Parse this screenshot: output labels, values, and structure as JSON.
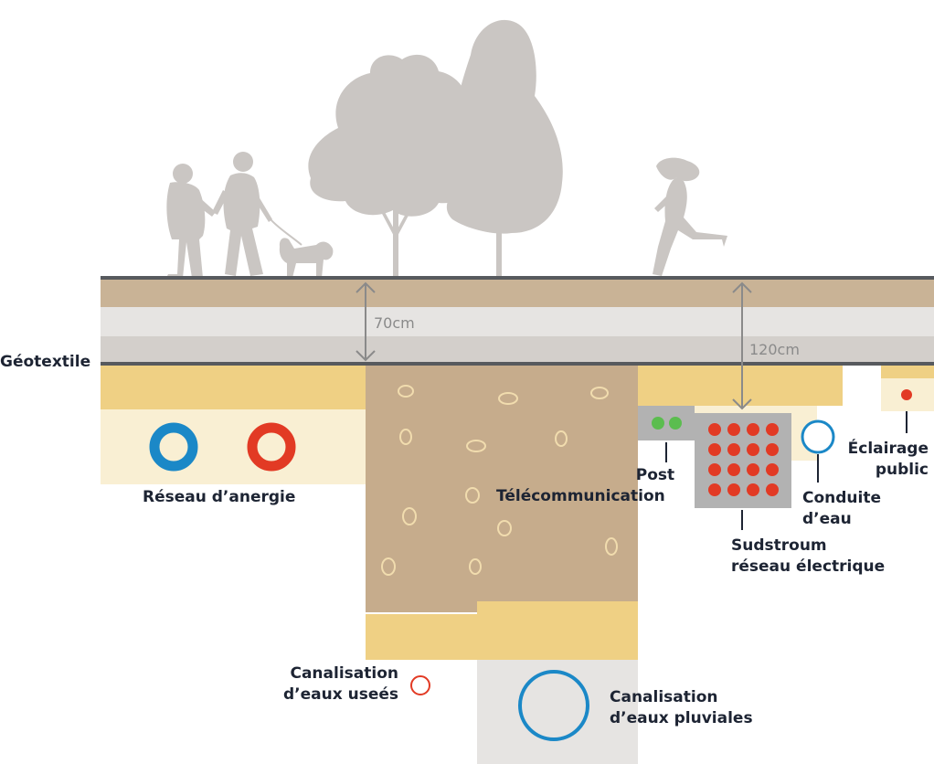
{
  "labels": {
    "geotextile": "Géotextile",
    "depth_1": "70cm",
    "depth_2": "120cm",
    "reseau_energie": "Réseau d’anergie",
    "post_telecom_line1": "Post",
    "post_telecom_line2": "Télécommunication",
    "conduite_line1": "Conduite",
    "conduite_line2": "d’eau",
    "eclairage_line1": "Éclairage",
    "eclairage_line2": "public",
    "sudstroum_line1": "Sudstroum",
    "sudstroum_line2": "réseau électrique",
    "usees_line1": "Canalisation",
    "usees_line2": "d’eaux useés",
    "pluviales_line1": "Canalisation",
    "pluviales_line2": "d’eaux pluviales"
  },
  "colors": {
    "silhouette": "#cac6c3",
    "road_top": "#c9b396",
    "road_mid": "#e6e4e2",
    "road_low": "#d3cfcb",
    "surface_line": "#575a5e",
    "sand_dark": "#efd084",
    "sand_light": "#f9efd3",
    "soil": "#c6ac8c",
    "duct_box": "#b2b2b2",
    "energy_blue": "#1b88c7",
    "energy_red": "#e23a24",
    "telecom_green": "#5bbd4f",
    "electric_red": "#e23a24",
    "water_blue": "#1b88c7",
    "light_red": "#e23a24",
    "wastewater_red": "#e23a24",
    "rainwater_blue": "#1b88c7",
    "text": "#1d2433",
    "dimension": "#8a8a8a"
  },
  "icons": [
    "person-icon",
    "dog-icon",
    "tree-icon",
    "runner-icon"
  ]
}
